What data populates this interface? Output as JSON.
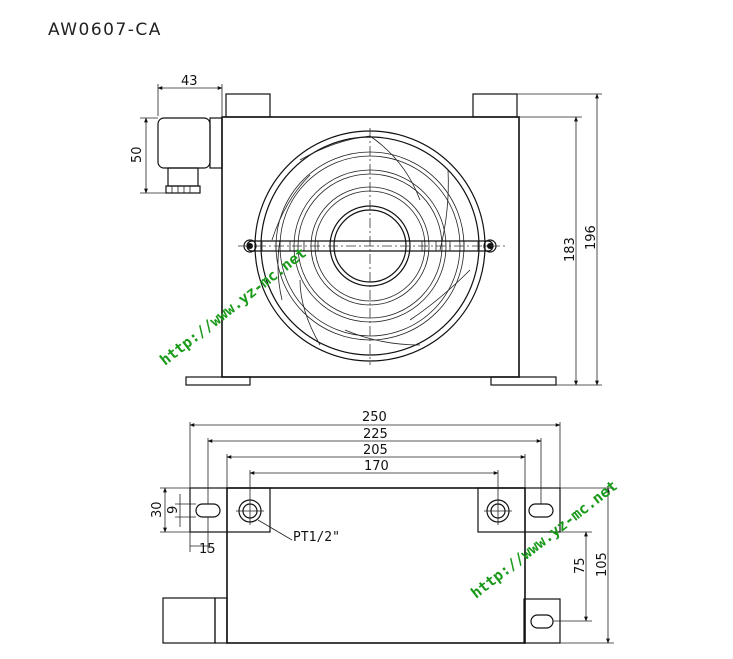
{
  "title": "AW0607-CA",
  "front_view": {
    "dim_width_connector": "43",
    "dim_height_connector": "50",
    "dim_height_183": "183",
    "dim_height_196": "196"
  },
  "top_view": {
    "dim_250": "250",
    "dim_225": "225",
    "dim_205": "205",
    "dim_170": "170",
    "dim_30": "30",
    "dim_9": "9",
    "dim_15": "15",
    "dim_75": "75",
    "dim_105": "105",
    "port_label": "PT1/2\""
  },
  "watermarks": {
    "wm1": "http://www.yz-mc.net",
    "wm2": "http://www.yz-mc.net"
  },
  "colors": {
    "line": "#111111",
    "watermark": "#1a9a1a"
  }
}
